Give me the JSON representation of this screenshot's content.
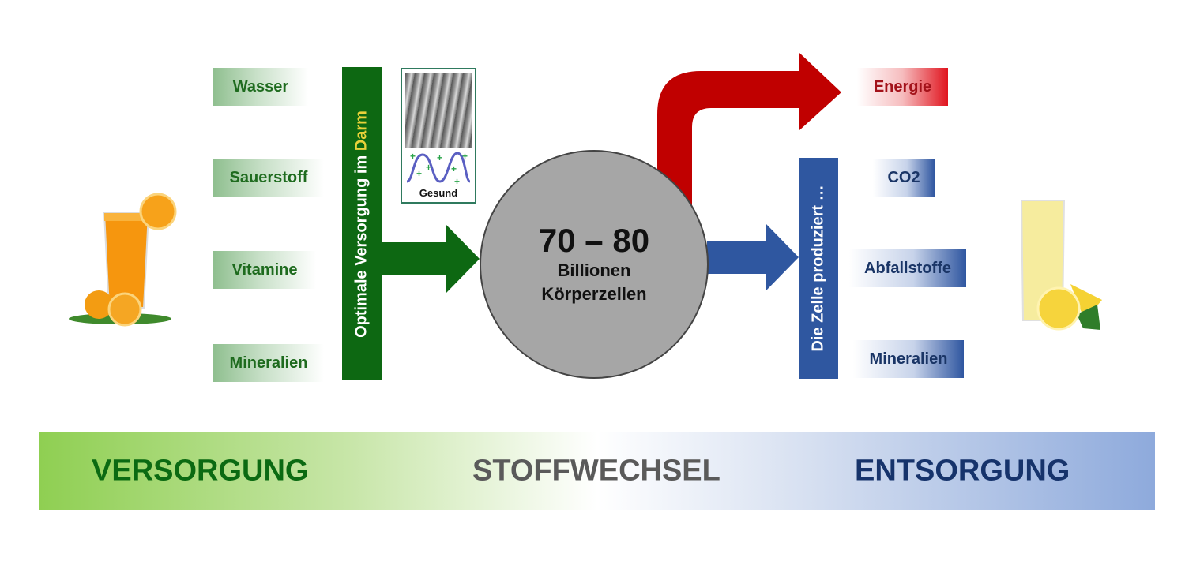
{
  "inputs": {
    "items": [
      "Wasser",
      "Sauerstoff",
      "Vitamine",
      "Mineralien"
    ],
    "bar_text_main": "Optimale Versorgung im ",
    "bar_text_highlight": "Darm",
    "illustration_caption": "Gesund",
    "color": "#0d6812"
  },
  "cell": {
    "number": "70 – 80",
    "line1": "Billionen",
    "line2": "Körperzellen",
    "color": "#a6a6a6"
  },
  "outputs": {
    "energy": "Energie",
    "energy_color": "#c00000",
    "bar_text": "Die Zelle produziert …",
    "items": [
      "CO2",
      "Abfallstoffe",
      "Mineralien"
    ],
    "color": "#2f57a0"
  },
  "band": {
    "left": "VERSORGUNG",
    "middle": "STOFFWECHSEL",
    "right": "ENTSORGUNG",
    "left_color": "#0b6a12",
    "middle_color": "#5a5a5a",
    "right_color": "#16336b"
  }
}
